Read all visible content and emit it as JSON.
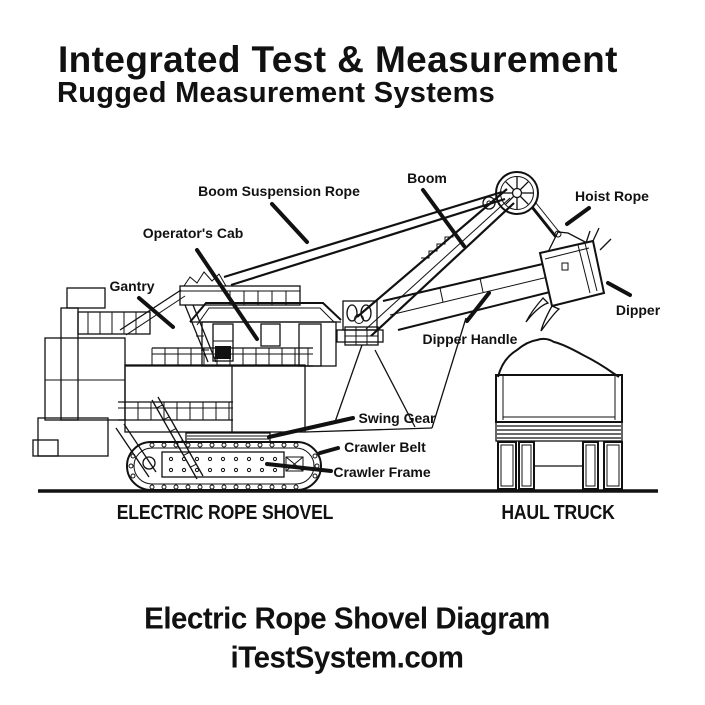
{
  "header": {
    "title": "Integrated Test & Measurement",
    "subtitle": "Rugged Measurement Systems"
  },
  "diagram": {
    "labels": [
      {
        "id": "boom-suspension-rope",
        "text": "Boom Suspension Rope"
      },
      {
        "id": "boom",
        "text": "Boom"
      },
      {
        "id": "hoist-rope",
        "text": "Hoist Rope"
      },
      {
        "id": "operators-cab",
        "text": "Operator's Cab"
      },
      {
        "id": "gantry",
        "text": "Gantry"
      },
      {
        "id": "dipper",
        "text": "Dipper"
      },
      {
        "id": "dipper-handle",
        "text": "Dipper Handle"
      },
      {
        "id": "swing-gear",
        "text": "Swing Gear"
      },
      {
        "id": "crawler-belt",
        "text": "Crawler Belt"
      },
      {
        "id": "crawler-frame",
        "text": "Crawler Frame"
      }
    ],
    "captions": {
      "left": "ELECTRIC ROPE SHOVEL",
      "right": "HAUL TRUCK"
    }
  },
  "footer": {
    "line1": "Electric Rope Shovel Diagram",
    "line2": "iTestSystem.com"
  },
  "colors": {
    "ink": "#111111",
    "background": "#ffffff"
  }
}
